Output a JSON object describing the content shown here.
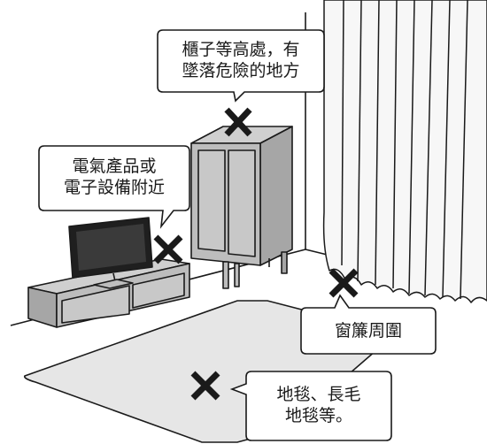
{
  "callouts": {
    "high_places": {
      "line1": "櫃子等高處，有",
      "line2": "墜落危險的地方"
    },
    "electronics": {
      "line1": "電氣產品或",
      "line2": "電子設備附近"
    },
    "curtains": {
      "line1": "窗簾周圍"
    },
    "carpet": {
      "line1": "地毯、長毛",
      "line2": "地毯等。"
    }
  },
  "colors": {
    "outline": "#1a1a1a",
    "furniture_fill": "#bdbdbd",
    "furniture_shade": "#a6a6a6",
    "carpet_fill": "#e6e6e6",
    "curtain_fill": "#f7f7f7",
    "screen_fill": "#1f1f1f",
    "bubble_fill": "#ffffff"
  },
  "icons": [
    "danger-x-mark"
  ]
}
